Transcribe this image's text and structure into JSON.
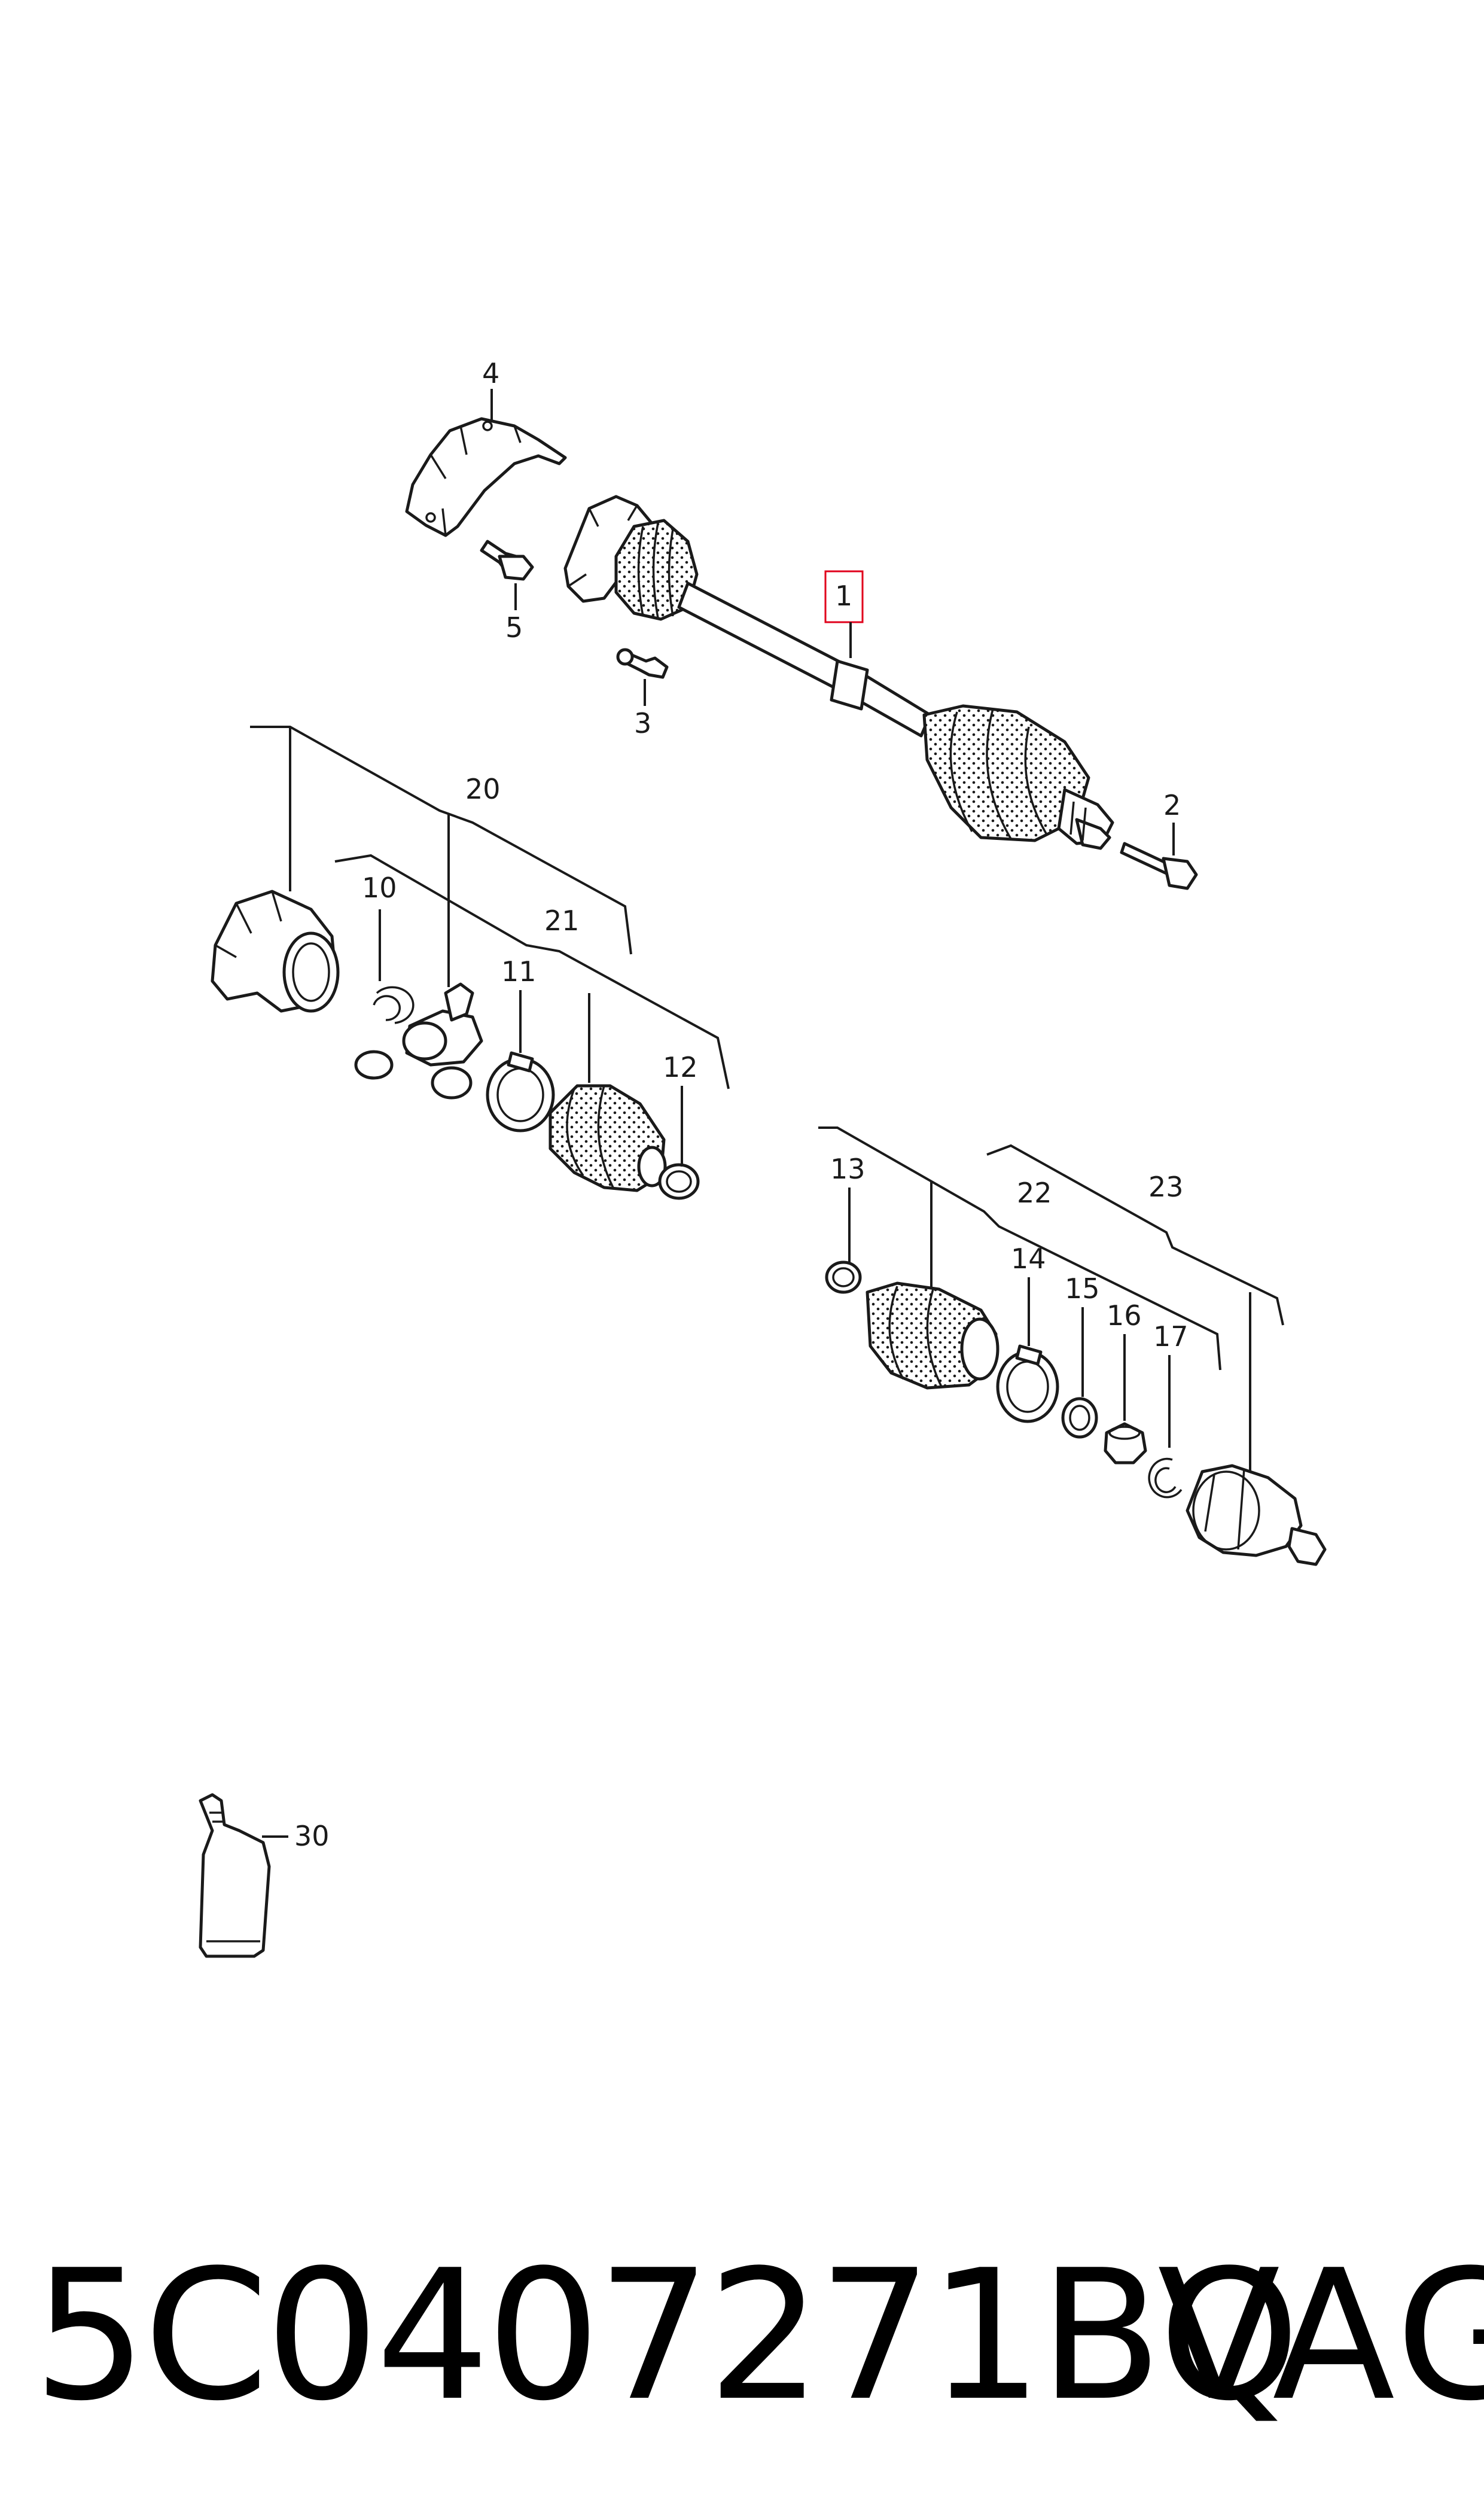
{
  "callouts": {
    "c1": "1",
    "c2": "2",
    "c3": "3",
    "c4": "4",
    "c5": "5",
    "c10": "10",
    "c11": "11",
    "c12": "12",
    "c13": "13",
    "c14": "14",
    "c15": "15",
    "c16": "16",
    "c17": "17",
    "c20": "20",
    "c21": "21",
    "c22": "22",
    "c23": "23",
    "c30": "30"
  },
  "highlighted_callout": "1",
  "highlight_color": "#e0001b",
  "footer": {
    "part_number": "5C0407271BQ",
    "brand": "VAG"
  }
}
